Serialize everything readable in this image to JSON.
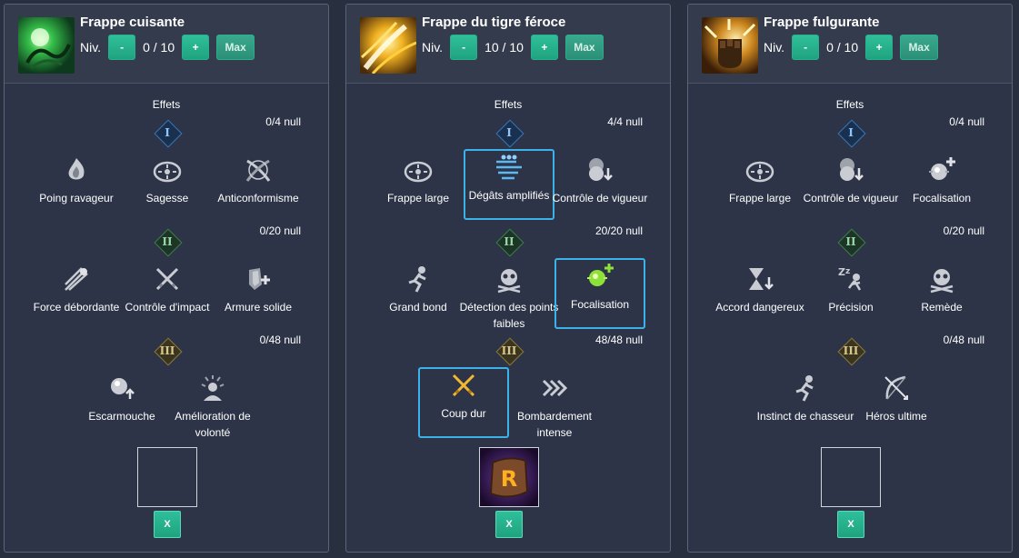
{
  "colors": {
    "accent": "#1fa37f",
    "selected_border": "#3cb2ea",
    "panel": "#2d3447"
  },
  "panels": [
    {
      "title": "Frappe cuisante",
      "icon": "green-spiral-skill-icon",
      "niv_label": "Niv.",
      "minus": "-",
      "level": "0 / 10",
      "plus": "+",
      "max": "Max",
      "effets": "Effets",
      "tiers": [
        {
          "numeral": "I",
          "count": "0/4 null"
        },
        {
          "numeral": "II",
          "count": "0/20 null"
        },
        {
          "numeral": "III",
          "count": "0/48 null"
        }
      ],
      "nodes": [
        [
          "Poing ravageur",
          "Sagesse",
          "Anticonformisme"
        ],
        [
          "Force débordante",
          "Contrôle d'impact",
          "Armure solide"
        ],
        [
          "Escarmouche",
          "Amélioration de volonté"
        ]
      ],
      "close": "X"
    },
    {
      "title": "Frappe du tigre féroce",
      "icon": "golden-streak-skill-icon",
      "niv_label": "Niv.",
      "minus": "-",
      "level": "10 / 10",
      "plus": "+",
      "max": "Max",
      "effets": "Effets",
      "tiers": [
        {
          "numeral": "I",
          "count": "4/4 null"
        },
        {
          "numeral": "II",
          "count": "20/20 null"
        },
        {
          "numeral": "III",
          "count": "48/48 null"
        }
      ],
      "nodes": [
        [
          "Frappe large",
          "Dégâts amplifiés",
          "Contrôle de vigueur"
        ],
        [
          "Grand bond",
          "Détection des points faibles",
          "Focalisation"
        ],
        [
          "Coup dur",
          "Bombardement intense"
        ]
      ],
      "rune": "R",
      "close": "X"
    },
    {
      "title": "Frappe fulgurante",
      "icon": "fist-strike-skill-icon",
      "niv_label": "Niv.",
      "minus": "-",
      "level": "0 / 10",
      "plus": "+",
      "max": "Max",
      "effets": "Effets",
      "tiers": [
        {
          "numeral": "I",
          "count": "0/4 null"
        },
        {
          "numeral": "II",
          "count": "0/20 null"
        },
        {
          "numeral": "III",
          "count": "0/48 null"
        }
      ],
      "nodes": [
        [
          "Frappe large",
          "Contrôle de vigueur",
          "Focalisation"
        ],
        [
          "Accord dangereux",
          "Précision",
          "Remède"
        ],
        [
          "Instinct de chasseur",
          "Héros ultime"
        ]
      ],
      "close": "X"
    }
  ]
}
